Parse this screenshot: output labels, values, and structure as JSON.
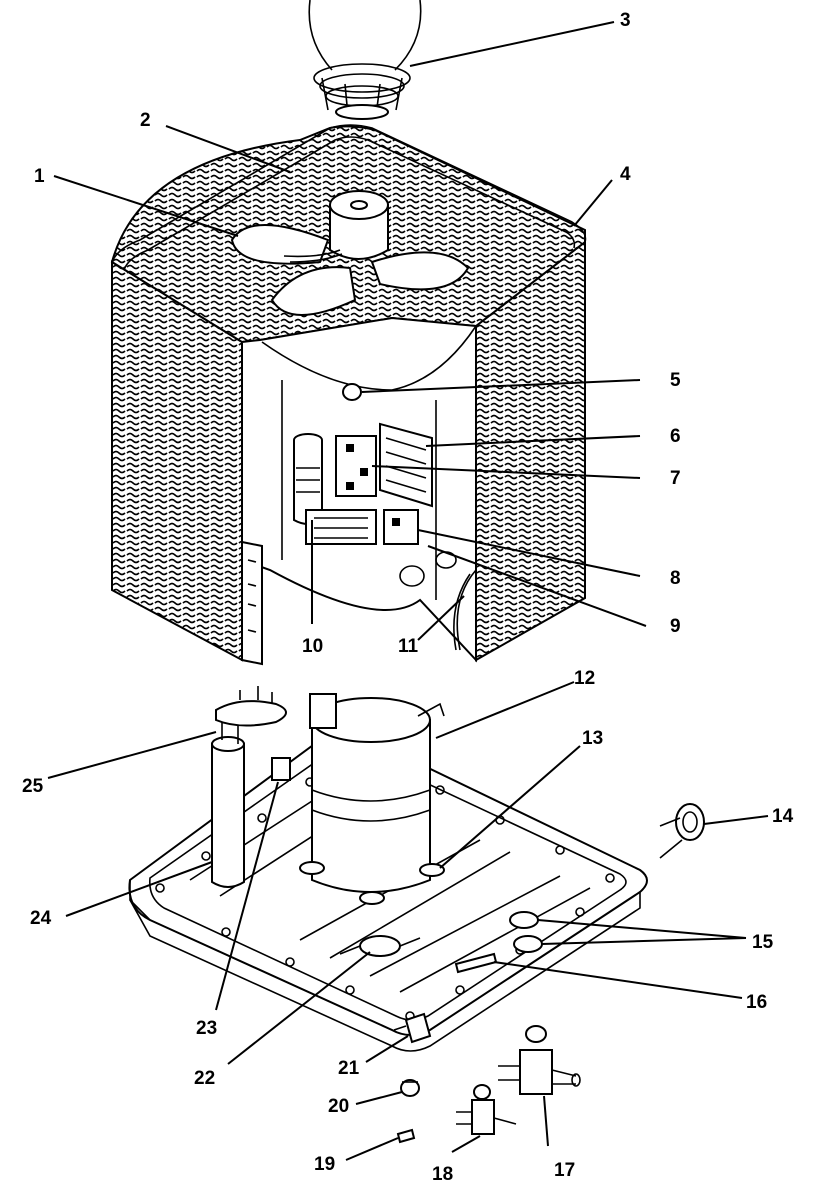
{
  "title": "",
  "callouts": {
    "c1": "1",
    "c2": "2",
    "c3": "3",
    "c4": "4",
    "c5": "5",
    "c6": "6",
    "c7": "7",
    "c8": "8",
    "c9": "9",
    "c10": "10",
    "c11": "11",
    "c12": "12",
    "c13": "13",
    "c14": "14",
    "c15": "15",
    "c16": "16",
    "c17": "17",
    "c18": "18",
    "c19": "19",
    "c20": "20",
    "c21": "21",
    "c22": "22",
    "c23": "23",
    "c24": "24",
    "c25": "25"
  }
}
